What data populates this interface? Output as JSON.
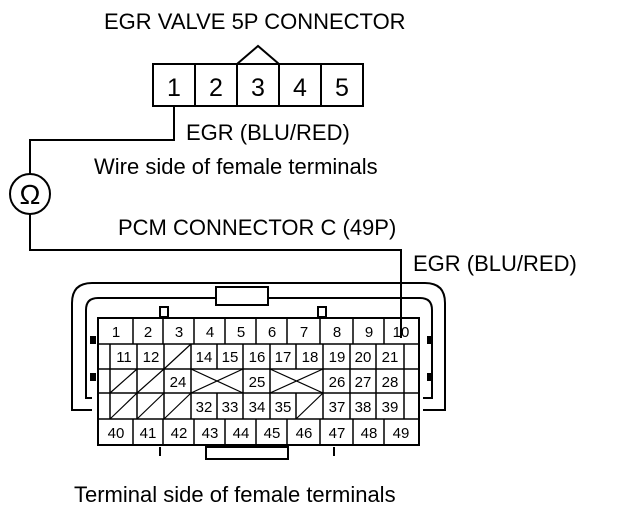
{
  "egr_connector": {
    "title": "EGR VALVE 5P CONNECTOR",
    "terminals": [
      "1",
      "2",
      "3",
      "4",
      "5"
    ],
    "wire_label": "EGR (BLU/RED)",
    "view_note": "Wire side of female terminals"
  },
  "meter": {
    "symbol": "Ω"
  },
  "pcm_connector": {
    "title": "PCM CONNECTOR C (49P)",
    "wire_label": "EGR (BLU/RED)",
    "view_note": "Terminal side of female terminals",
    "row1": [
      "1",
      "2",
      "3",
      "4",
      "5",
      "6",
      "7",
      "8",
      "9",
      "10"
    ],
    "row2": [
      "",
      "11",
      "12",
      "",
      "14",
      "15",
      "16",
      "17",
      "18",
      "19",
      "20",
      "21"
    ],
    "row3_left": [
      "24"
    ],
    "row3_mid": [
      "25"
    ],
    "row3_right": [
      "26",
      "27",
      "28"
    ],
    "row4": [
      "32",
      "33",
      "34",
      "35",
      "",
      "37",
      "38",
      "39"
    ],
    "row5": [
      "40",
      "41",
      "42",
      "43",
      "44",
      "45",
      "46",
      "47",
      "48",
      "49"
    ]
  }
}
